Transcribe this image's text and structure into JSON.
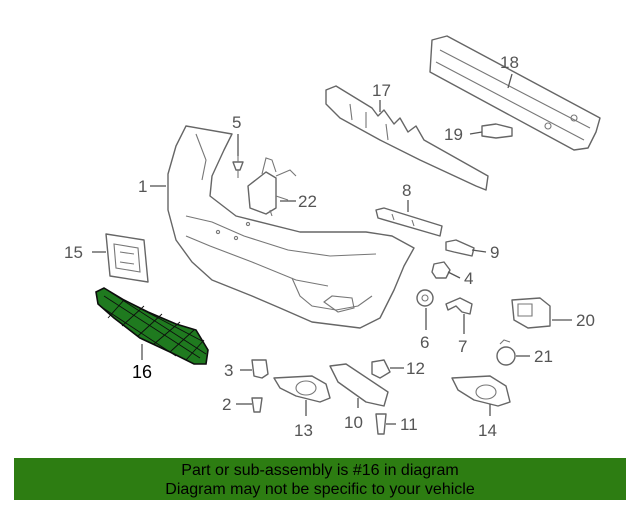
{
  "callouts": {
    "c1": "1",
    "c2": "2",
    "c3": "3",
    "c4": "4",
    "c5": "5",
    "c6": "6",
    "c7": "7",
    "c8": "8",
    "c9": "9",
    "c10": "10",
    "c11": "11",
    "c12": "12",
    "c13": "13",
    "c14": "14",
    "c15": "15",
    "c16": "16",
    "c17": "17",
    "c18": "18",
    "c19": "19",
    "c20": "20",
    "c21": "21",
    "c22": "22"
  },
  "highlight": {
    "part": "16",
    "fill_color": "#1f7a1f"
  },
  "banner": {
    "line1": "Part or sub-assembly is #16 in diagram",
    "line2": "Diagram may not be specific to your vehicle",
    "background": "#2d7d12"
  }
}
